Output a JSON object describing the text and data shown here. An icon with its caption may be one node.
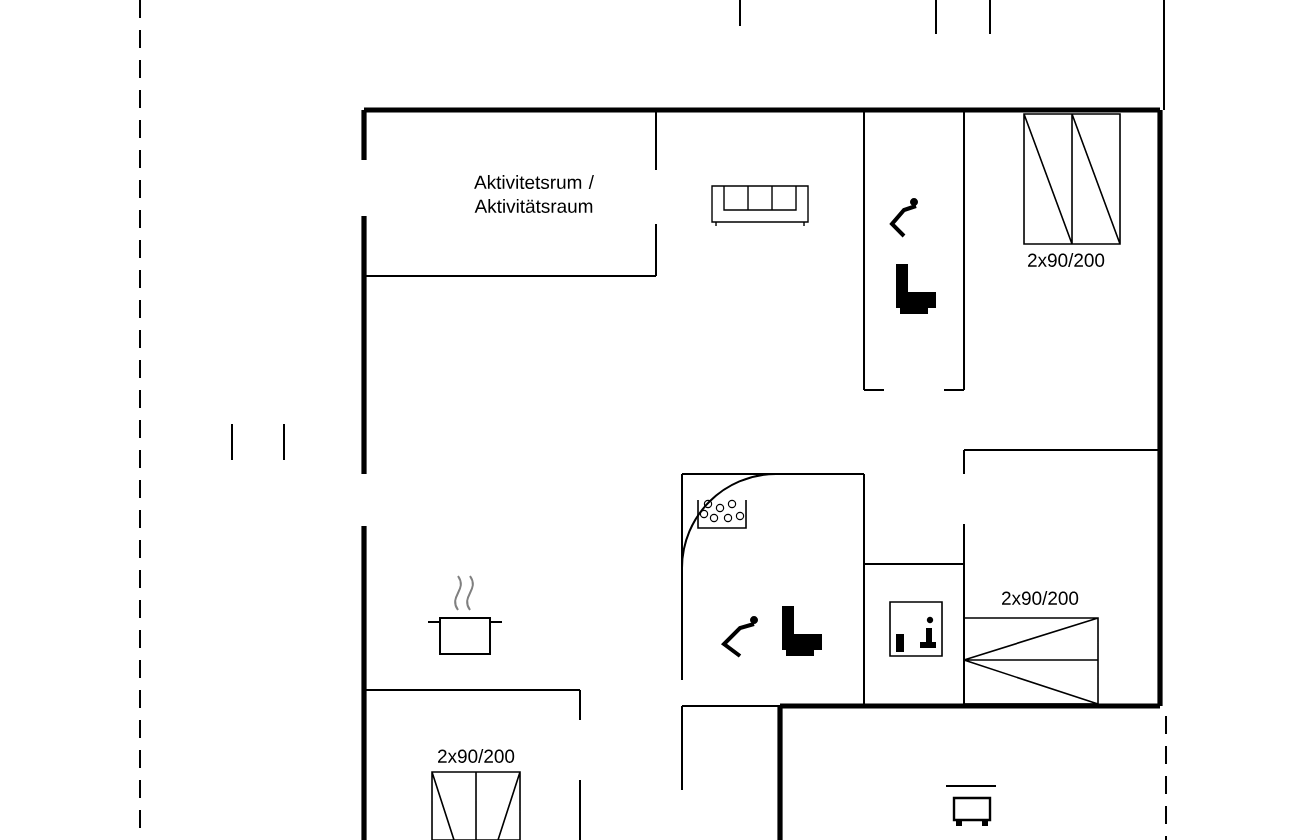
{
  "diagram": {
    "labels": [
      "Aktivitetsrum / Aktivitätsraum",
      "2x90/200",
      "2x90/200",
      "2x90/200"
    ]
  }
}
